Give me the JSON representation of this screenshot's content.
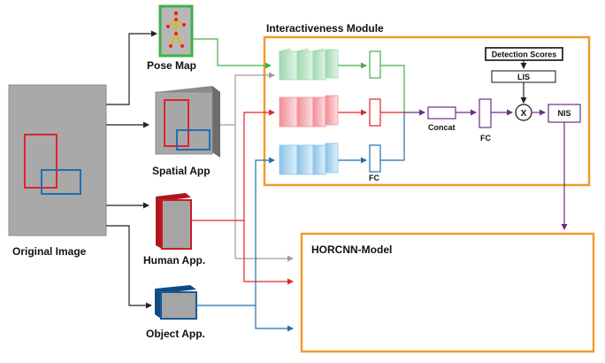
{
  "labels": {
    "original_image": "Original Image",
    "pose_map": "Pose Map",
    "spatial_app": "Spatial App",
    "human_app": "Human App.",
    "object_app": "Object App.",
    "module_title": "Interactiveness Module",
    "detection_scores": "Detection Scores",
    "lis": "LIS",
    "concat": "Concat",
    "fc_top": "FC",
    "fc_bottom": "FC",
    "multiply": "X",
    "nis": "NIS",
    "horcnn_model": "HORCNN-Model"
  },
  "colors": {
    "orange_border": "#f39a2d",
    "green": "#43b049",
    "red": "#e0242c",
    "blue": "#1f6fb4",
    "grey": "#9d9d9d",
    "purple": "#6a2e88",
    "dark": "#222222"
  }
}
